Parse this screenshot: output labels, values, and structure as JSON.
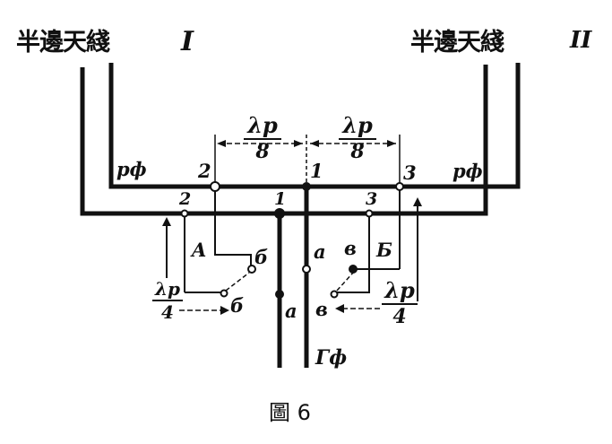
{
  "figure": {
    "caption": "圖 6",
    "antenna_left": {
      "name": "半邊天綫",
      "numeral": "I"
    },
    "antenna_right": {
      "name": "半邊天綫",
      "numeral": "II"
    },
    "feeder_left_label": "рф",
    "feeder_right_label": "рф",
    "main_feeder_label": "Гф",
    "fraction_lambda_p_over_8": {
      "numerator": "λp",
      "denominator": "8"
    },
    "fraction_lambda_p_over_4": {
      "numerator": "λp",
      "denominator": "4"
    },
    "upper_points": [
      "2",
      "1",
      "3"
    ],
    "lower_points": [
      "2",
      "1",
      "3"
    ],
    "stub_left": {
      "side_label": "A",
      "terminal_top": "б",
      "terminal_bottom": "б"
    },
    "stub_right": {
      "side_label": "Б",
      "terminal_top": "в",
      "terminal_bottom": "в"
    },
    "center_terminals": {
      "upper": "a",
      "lower": "a"
    }
  }
}
